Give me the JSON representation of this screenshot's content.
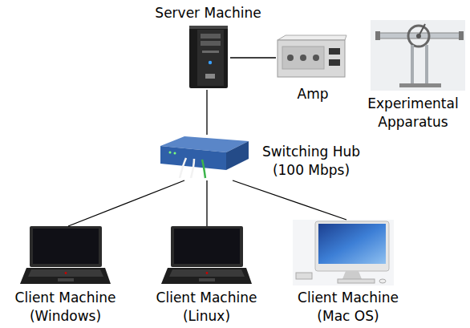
{
  "diagram": {
    "nodes": [
      {
        "text": [
          "Server Machine"
        ]
      },
      {
        "text": [
          "Amp"
        ]
      },
      {
        "text": [
          "Experimental Apparatus"
        ]
      },
      {
        "text": [
          "Switching Hub (100 Mbps)"
        ]
      },
      {
        "text": [
          "Client Machine (Windows)"
        ]
      },
      {
        "text": [
          "Client Machine (Linux)"
        ]
      },
      {
        "text": [
          "Client Machine (Mac OS)"
        ]
      }
    ],
    "edges": [
      {
        "from": 0,
        "to": 1,
        "arrow": "none"
      },
      {
        "from": 0,
        "to": 3,
        "arrow": "none"
      },
      {
        "from": 3,
        "to": 4,
        "arrow": "none"
      },
      {
        "from": 3,
        "to": 5,
        "arrow": "none"
      },
      {
        "from": 3,
        "to": 6,
        "arrow": "none"
      }
    ]
  }
}
